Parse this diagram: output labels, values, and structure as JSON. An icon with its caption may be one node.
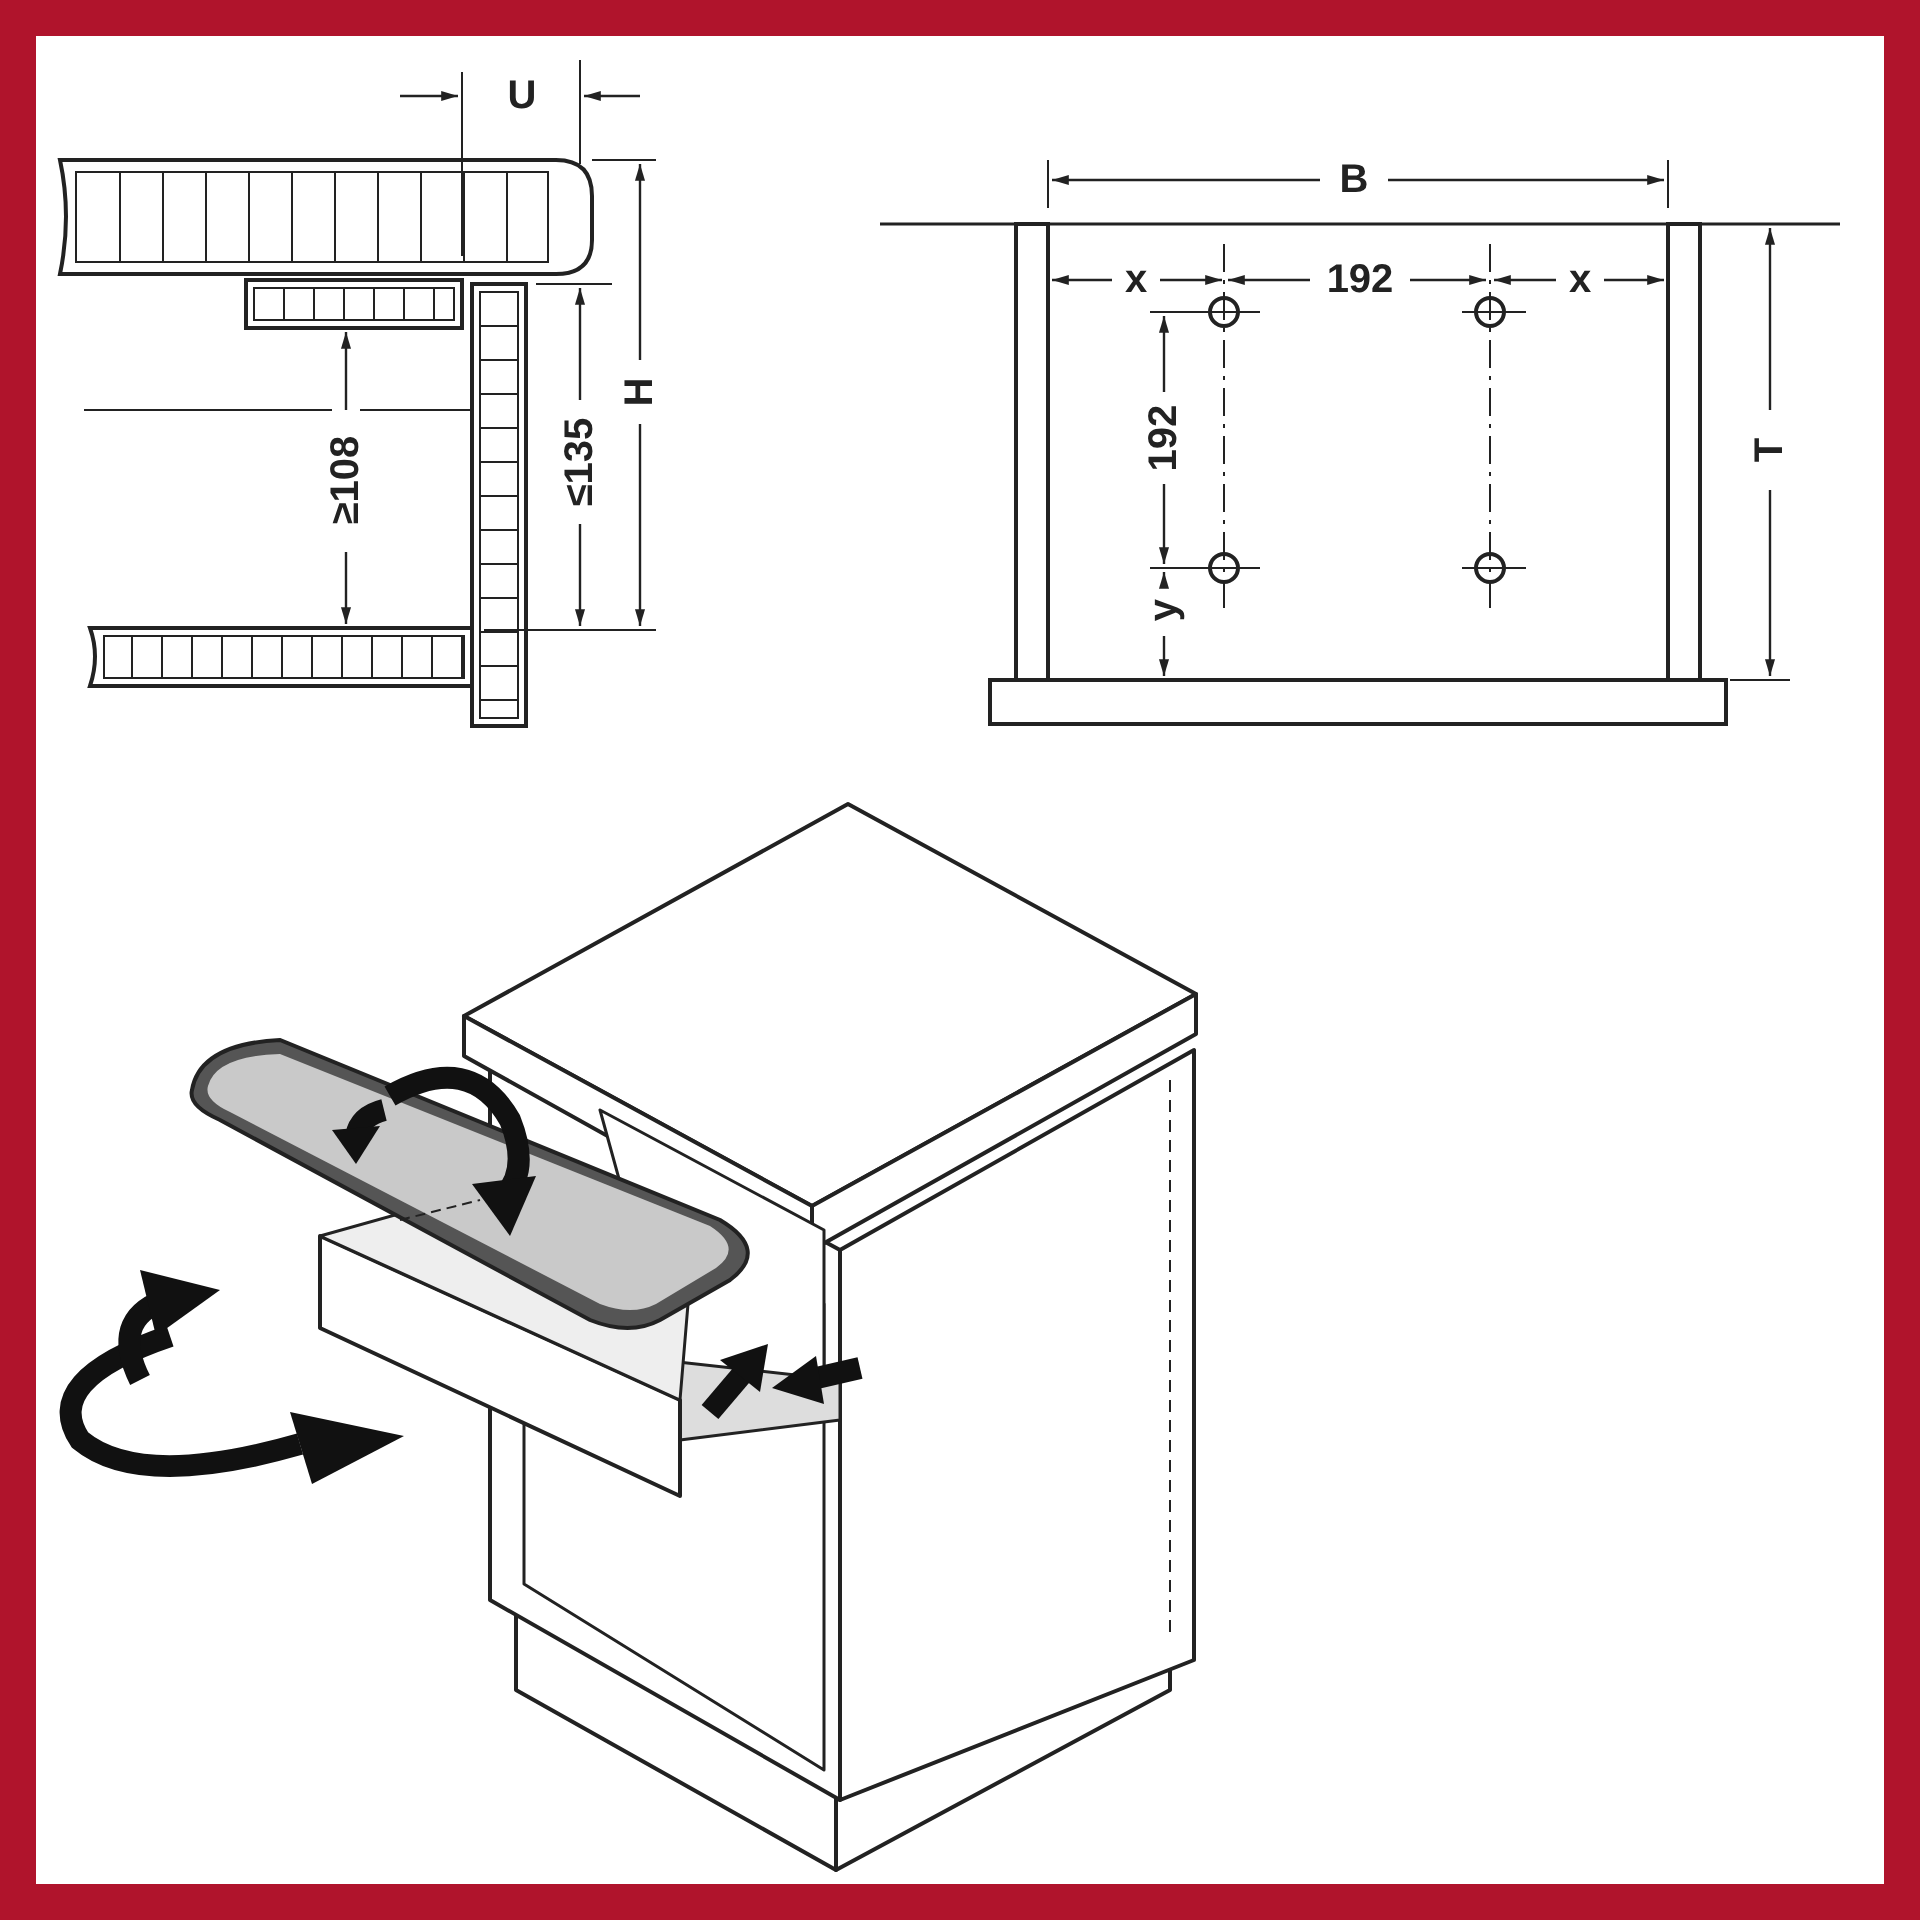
{
  "diagram": {
    "labels": [
      "U",
      "H",
      "≥108",
      "≤135",
      "B",
      "x",
      "192",
      "x",
      "192",
      "y",
      "T"
    ]
  }
}
